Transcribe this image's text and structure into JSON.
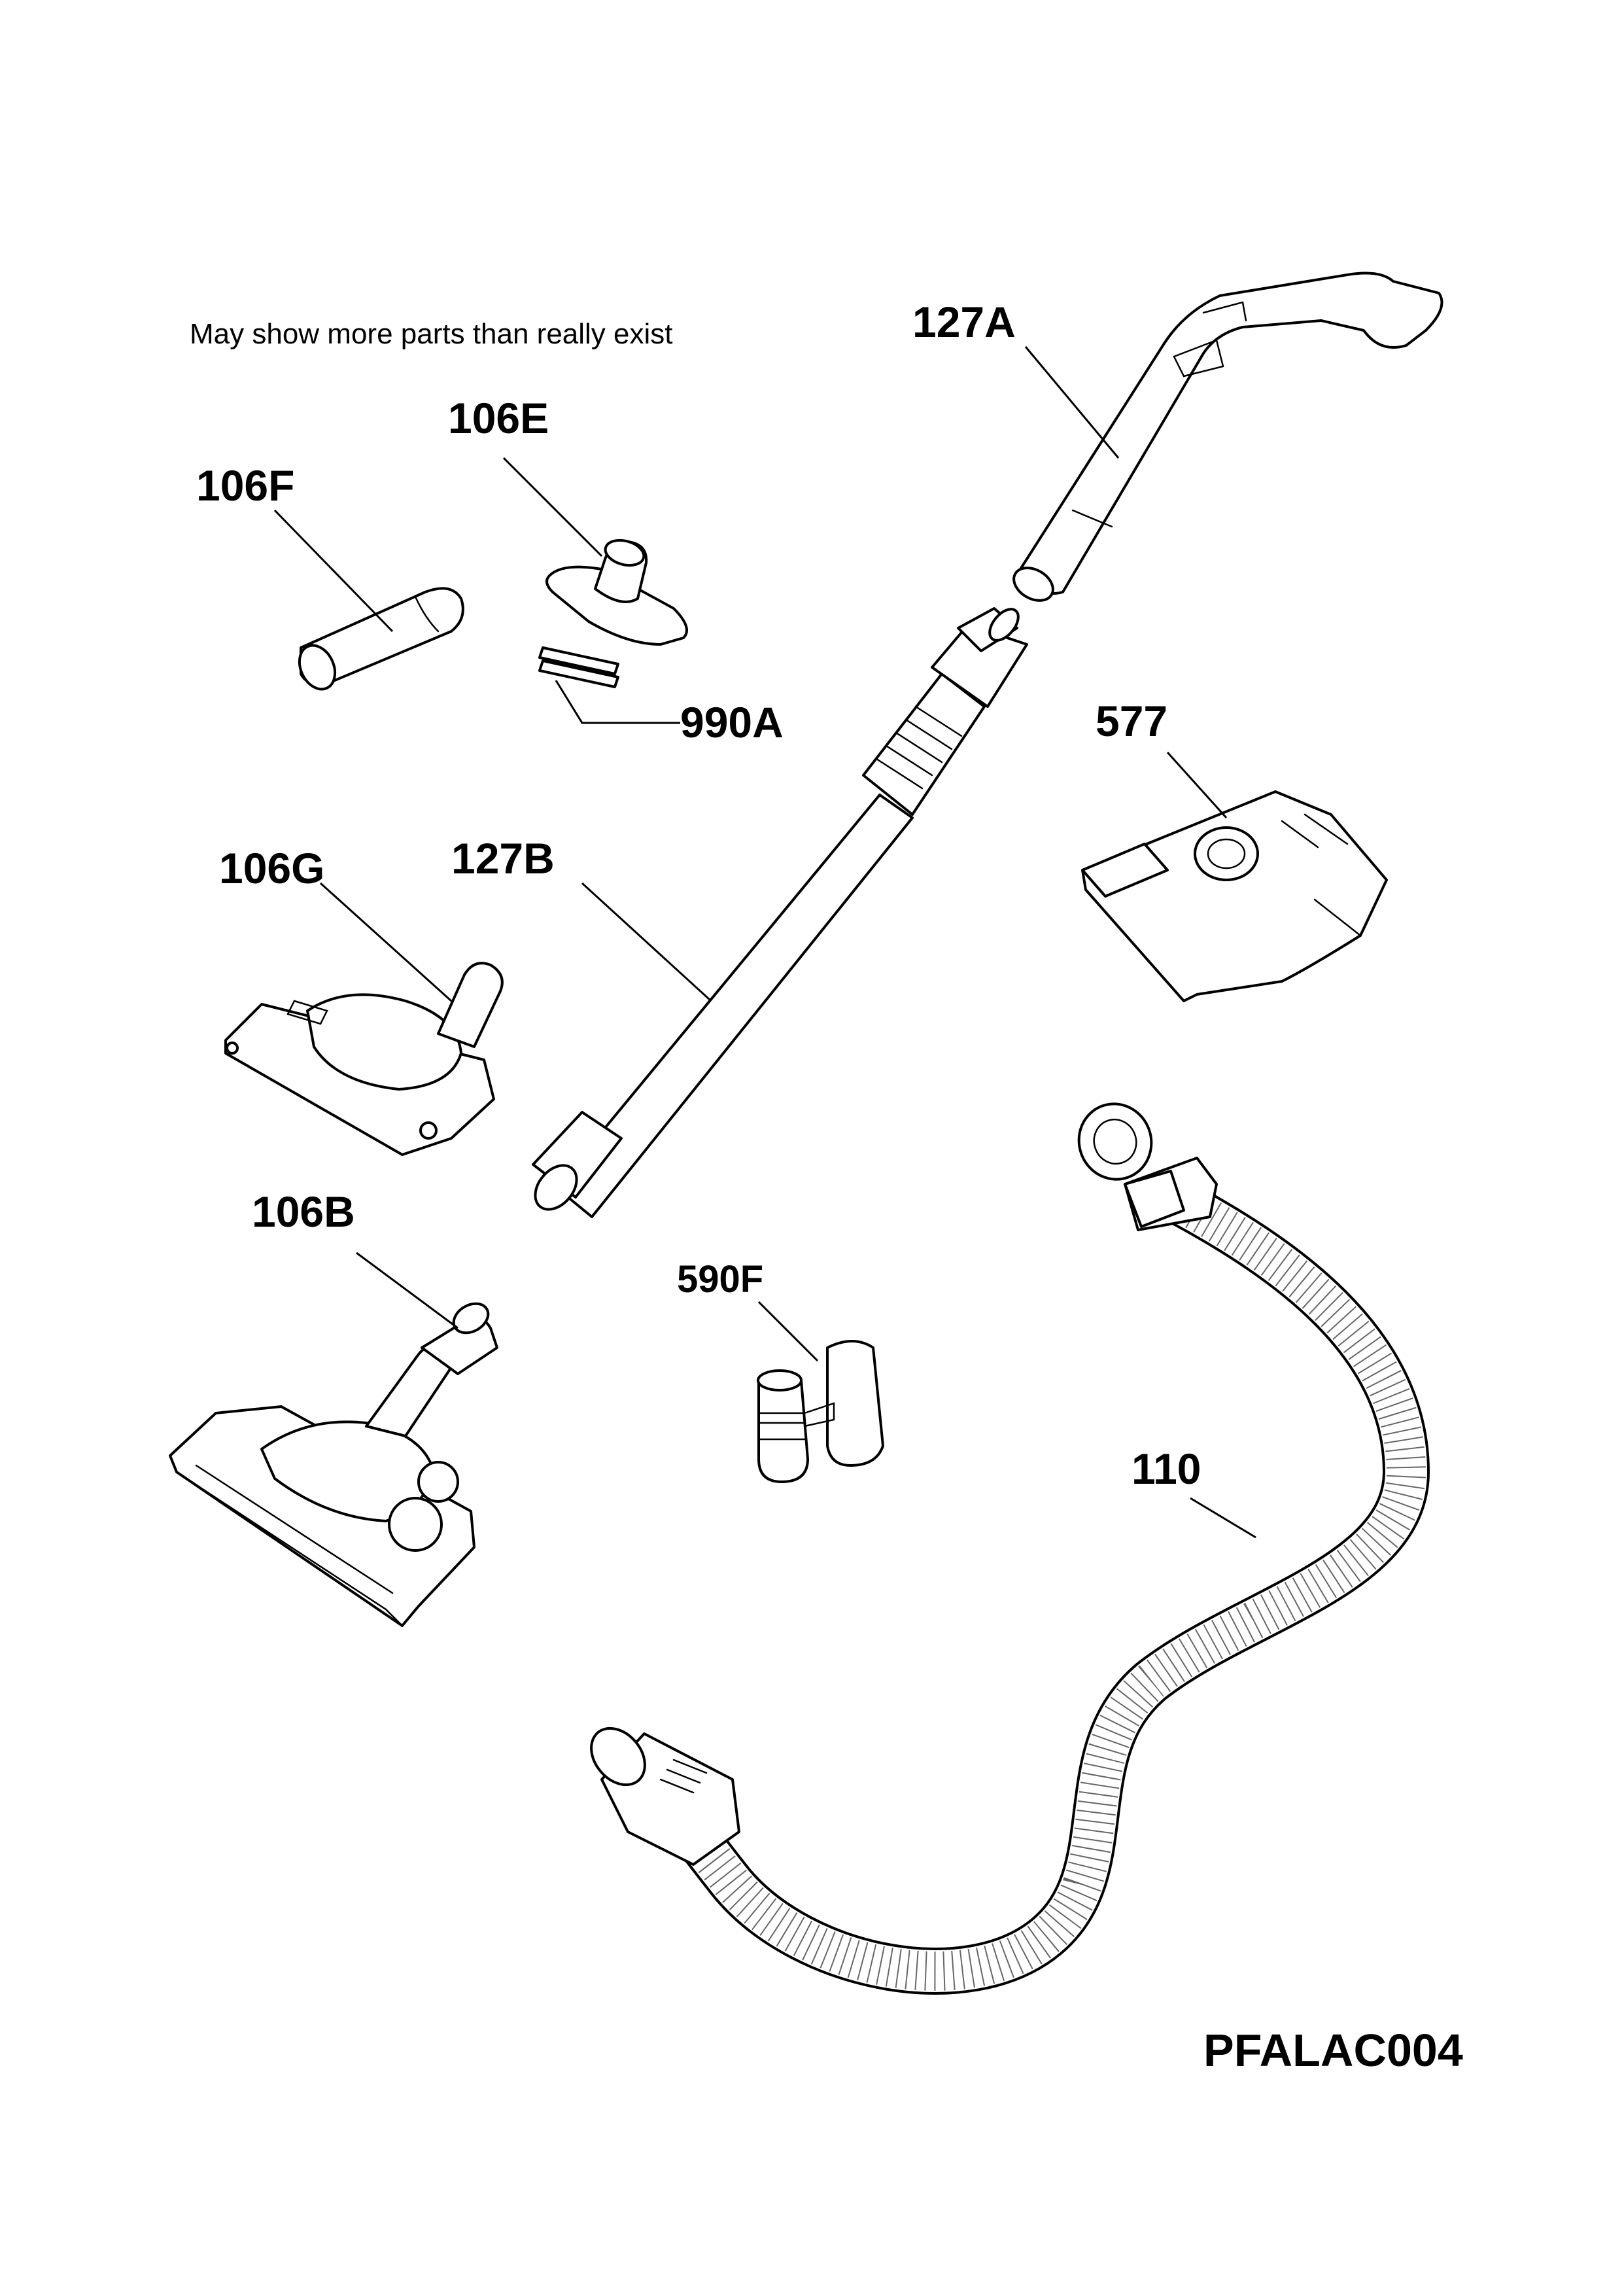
{
  "note": "May show more parts than really exist",
  "drawing_ref": "PFALAC004",
  "labels": {
    "p127A": "127A",
    "p106E": "106E",
    "p106F": "106F",
    "p990A": "990A",
    "p577": "577",
    "p106G": "106G",
    "p127B": "127B",
    "p106B": "106B",
    "p590F": "590F",
    "p110": "110"
  }
}
